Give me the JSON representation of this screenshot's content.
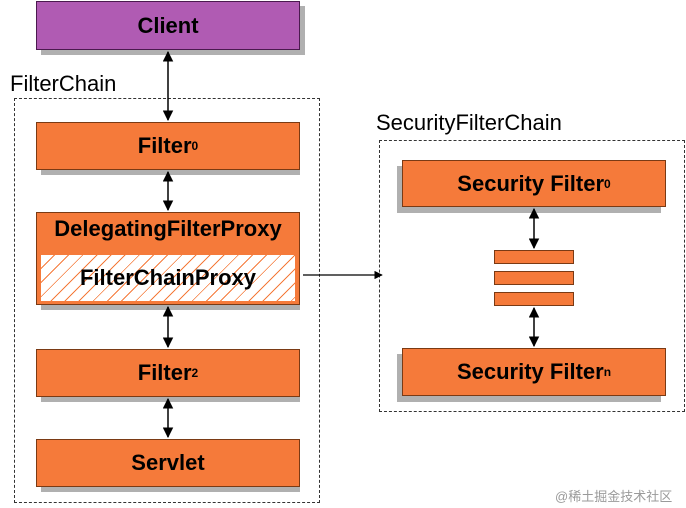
{
  "client": {
    "label": "Client"
  },
  "filter_chain": {
    "title": "FilterChain",
    "filter0": {
      "label": "Filter",
      "sub": "0"
    },
    "delegating_proxy": {
      "label": "DelegatingFilterProxy"
    },
    "filter_chain_proxy": {
      "label": "FilterChainProxy"
    },
    "filter2": {
      "label": "Filter",
      "sub": "2"
    },
    "servlet": {
      "label": "Servlet"
    }
  },
  "security_filter_chain": {
    "title": "SecurityFilterChain",
    "filter0": {
      "label": "Security Filter",
      "sub": "0"
    },
    "filtern": {
      "label": "Security Filter",
      "sub": "n"
    }
  },
  "watermark": "@稀土掘金技术社区",
  "colors": {
    "filter_orange": "#f57a3a",
    "client_purple": "#b05bb3",
    "shadow_gray": "#b0b0b0"
  }
}
